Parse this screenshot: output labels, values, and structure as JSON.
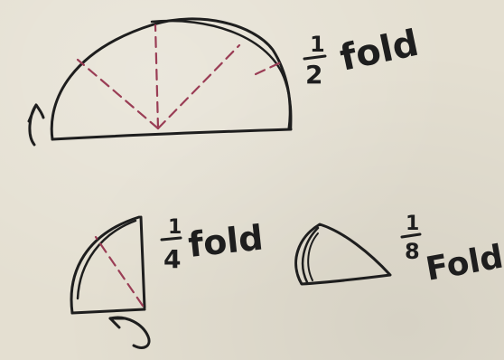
{
  "labels": {
    "half": {
      "numerator": "1",
      "denominator": "2",
      "word": "fold"
    },
    "quarter": {
      "numerator": "1",
      "denominator": "4",
      "word": "fold"
    },
    "eighth": {
      "numerator": "1",
      "denominator": "8",
      "word": "Fold"
    }
  },
  "colors": {
    "paper": "#e4dfd1",
    "ink": "#1e1e1e",
    "crease": "#9a3d55"
  },
  "icons": [
    "curved-arrow-icon",
    "curved-arrow-icon"
  ]
}
